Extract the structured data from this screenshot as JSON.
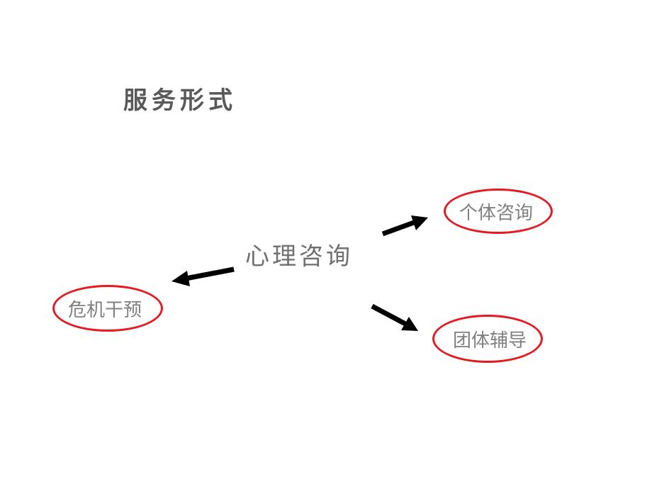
{
  "title": "服务形式",
  "diagram": {
    "center": "心理咨询",
    "branches": [
      {
        "label": "个体咨询"
      },
      {
        "label": "团体辅导"
      },
      {
        "label": "危机干预"
      }
    ],
    "colors": {
      "arrow": "#000000",
      "ellipse_outline": "#e31b23",
      "title_text": "#595959",
      "center_text": "#6f6f6f",
      "branch_text": "#808080"
    }
  }
}
